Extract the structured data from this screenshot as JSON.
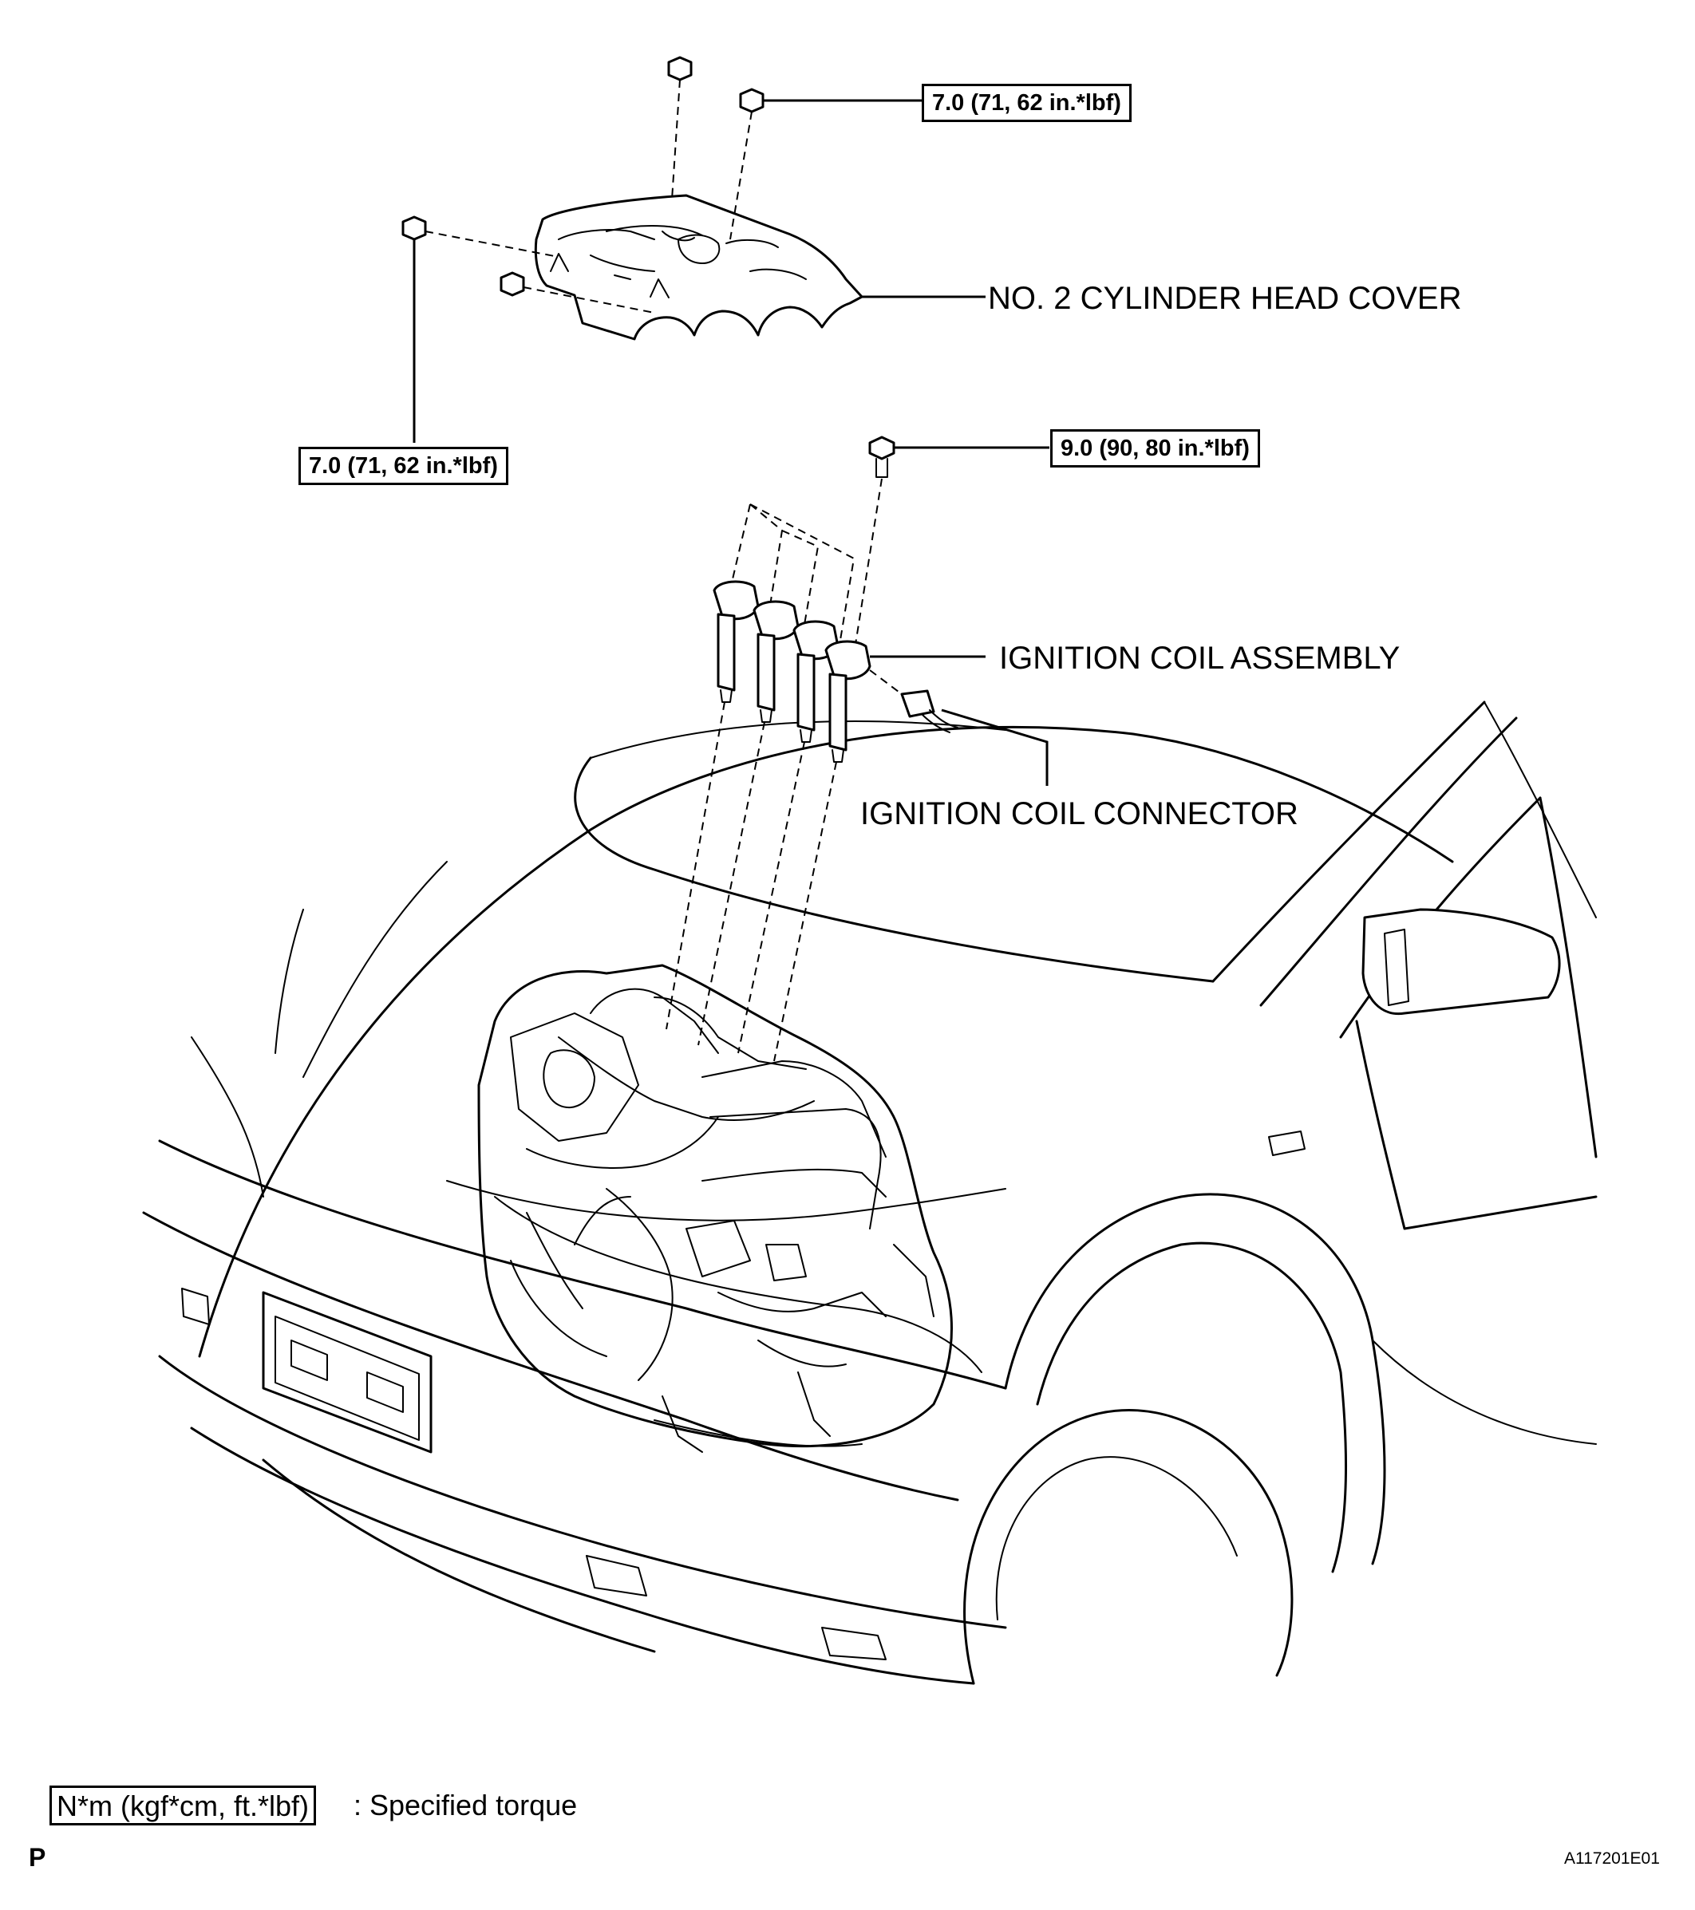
{
  "labels": {
    "head_cover": "NO. 2 CYLINDER HEAD COVER",
    "coil_assembly": "IGNITION COIL ASSEMBLY",
    "coil_connector": "IGNITION COIL CONNECTOR"
  },
  "torques": {
    "cover_nut_top": "7.0 (71, 62 in.*lbf)",
    "cover_nut_left": "7.0 (71, 62 in.*lbf)",
    "coil_bolt": "9.0 (90, 80 in.*lbf)"
  },
  "legend": {
    "unit_box": "N*m (kgf*cm, ft.*lbf)",
    "description": ": Specified torque"
  },
  "footer": {
    "page_mark": "P",
    "figure_id": "A117201E01"
  }
}
